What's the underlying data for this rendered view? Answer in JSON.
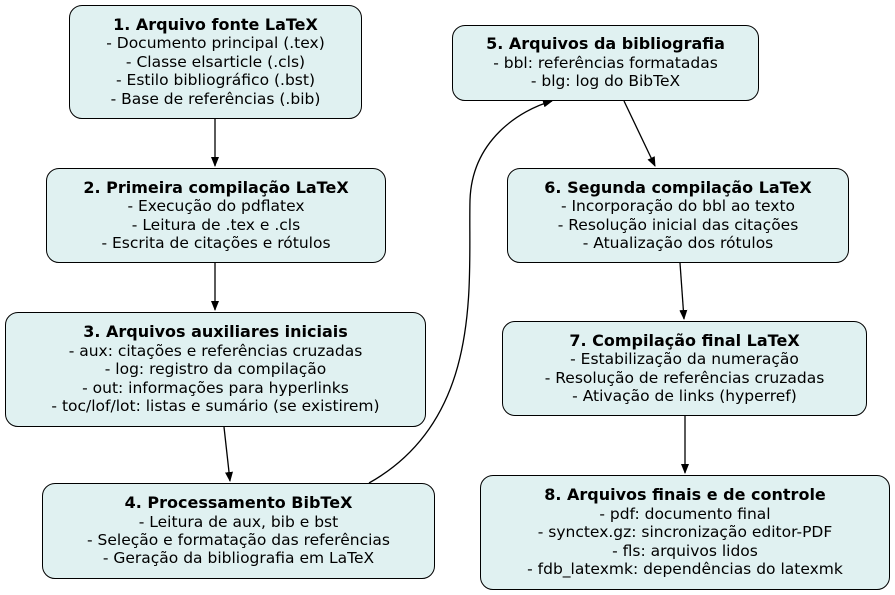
{
  "diagram": {
    "nodes": [
      {
        "id": "n1",
        "title": "1. Arquivo fonte LaTeX",
        "lines": [
          "- Documento principal (.tex)",
          "- Classe elsarticle (.cls)",
          "- Estilo bibliográfico (.bst)",
          "- Base de referências (.bib)"
        ]
      },
      {
        "id": "n2",
        "title": "2. Primeira compilação LaTeX",
        "lines": [
          "- Execução do pdflatex",
          "- Leitura de .tex e .cls",
          "- Escrita de citações e rótulos"
        ]
      },
      {
        "id": "n3",
        "title": "3. Arquivos auxiliares iniciais",
        "lines": [
          "- aux: citações e referências cruzadas",
          "- log: registro da compilação",
          "- out: informações para hyperlinks",
          "- toc/lof/lot: listas e sumário (se existirem)"
        ]
      },
      {
        "id": "n4",
        "title": "4. Processamento BibTeX",
        "lines": [
          "- Leitura de aux, bib e bst",
          "- Seleção e formatação das referências",
          "- Geração da bibliografia em LaTeX"
        ]
      },
      {
        "id": "n5",
        "title": "5. Arquivos da bibliografia",
        "lines": [
          "- bbl: referências formatadas",
          "- blg: log do BibTeX"
        ]
      },
      {
        "id": "n6",
        "title": "6. Segunda compilação LaTeX",
        "lines": [
          "- Incorporação do bbl ao texto",
          "- Resolução inicial das citações",
          "- Atualização dos rótulos"
        ]
      },
      {
        "id": "n7",
        "title": "7. Compilação final LaTeX",
        "lines": [
          "- Estabilização da numeração",
          "- Resolução de referências cruzadas",
          "- Ativação de links (hyperref)"
        ]
      },
      {
        "id": "n8",
        "title": "8. Arquivos finais e de controle",
        "lines": [
          "- pdf: documento final",
          "- synctex.gz: sincronização editor-PDF",
          "- fls: arquivos lidos",
          "- fdb_latexmk: dependências do latexmk"
        ]
      }
    ],
    "edges": [
      {
        "from": "n1",
        "to": "n2"
      },
      {
        "from": "n2",
        "to": "n3"
      },
      {
        "from": "n3",
        "to": "n4"
      },
      {
        "from": "n4",
        "to": "n5"
      },
      {
        "from": "n5",
        "to": "n6"
      },
      {
        "from": "n6",
        "to": "n7"
      },
      {
        "from": "n7",
        "to": "n8"
      }
    ],
    "colors": {
      "node_fill": "#e0f1f1",
      "stroke": "#000000"
    }
  }
}
